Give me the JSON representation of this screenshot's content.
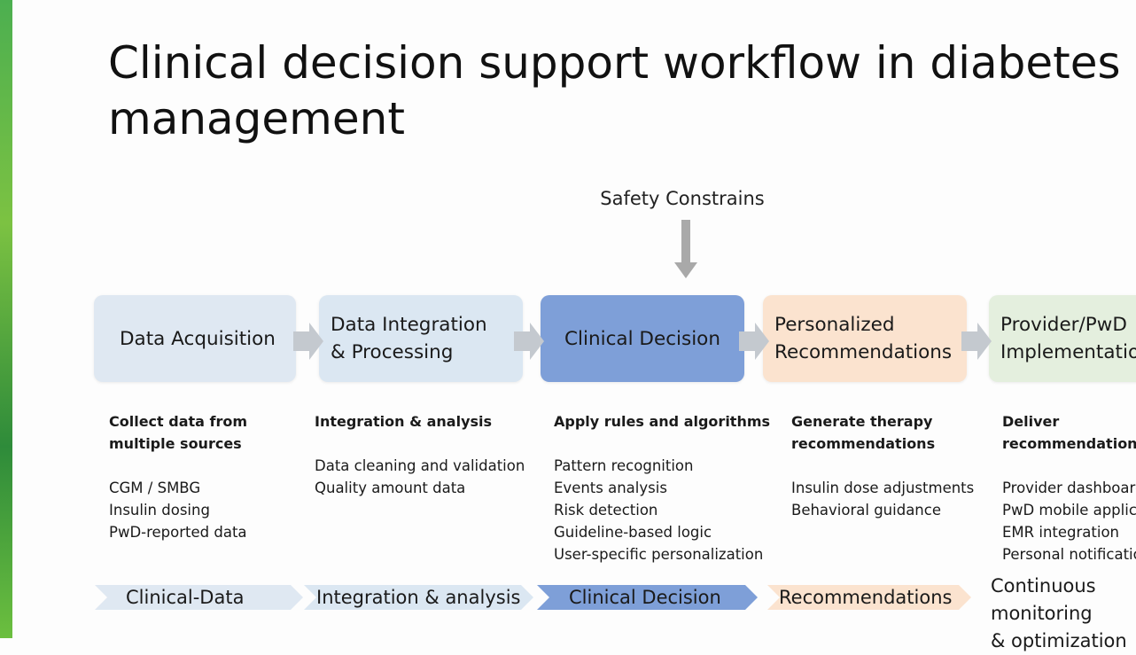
{
  "title": "Clinical decision support workflow in diabetes\nmanagement",
  "safety_label": "Safety Constrains",
  "stages": [
    {
      "label": "Data Acquisition",
      "color": "#dfe8f2",
      "heading": "Collect data from\nmultiple sources",
      "items": [
        "CGM / SMBG",
        "Insulin dosing",
        "PwD-reported data"
      ]
    },
    {
      "label": "Data Integration\n& Processing",
      "color": "#dbe7f2",
      "heading": "Integration & analysis",
      "items": [
        "Data cleaning and validation",
        "Quality amount data"
      ]
    },
    {
      "label": "Clinical Decision",
      "color": "#7e9fd8",
      "heading": "Apply rules and algorithms",
      "items": [
        "Pattern recognition",
        "Events analysis",
        "Risk detection",
        "Guideline-based logic",
        "User-specific personalization"
      ]
    },
    {
      "label": "Personalized\nRecommendations",
      "color": "#fbe3cf",
      "heading": "Generate therapy\nrecommendations",
      "items": [
        "Insulin dose adjustments",
        "Behavioral guidance"
      ]
    },
    {
      "label": "Provider/PwD\nImplementation",
      "color": "#e4efde",
      "heading": "Deliver recommendations",
      "items": [
        "Provider dashboards",
        "PwD mobile applications",
        "EMR integration",
        "Personal notifications"
      ]
    }
  ],
  "bottom_flow": [
    {
      "label": "Clinical-Data",
      "color": "#dfe8f2"
    },
    {
      "label": "Integration & analysis",
      "color": "#dbe7f2"
    },
    {
      "label": "Clinical Decision",
      "color": "#7e9fd8"
    },
    {
      "label": "Recommendations",
      "color": "#fbe3cf"
    }
  ],
  "bottom_last": "Continuous monitoring\n&  optimization"
}
